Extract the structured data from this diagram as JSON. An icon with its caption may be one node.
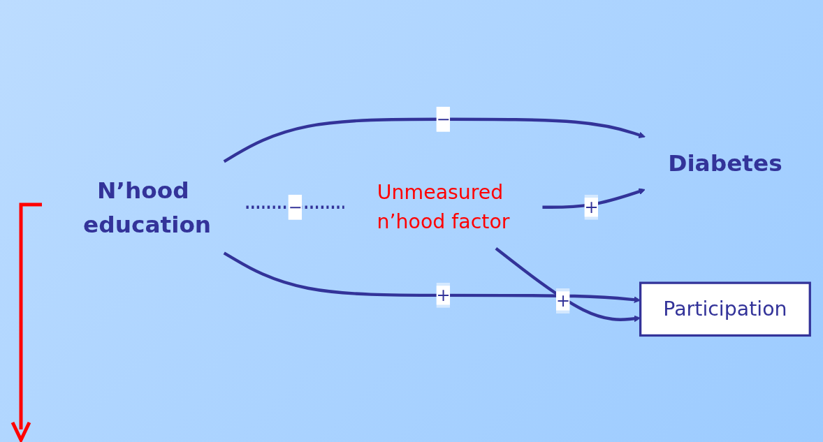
{
  "diagram": {
    "nodes": [
      {
        "text": [
          "N’hood education"
        ]
      },
      {
        "text": [
          "Participation"
        ]
      },
      {
        "text": [
          "Diabetes"
        ]
      },
      {
        "text": [
          "Unmeasured n’hood factor"
        ]
      }
    ],
    "edges": [
      {
        "from": 0,
        "to": 2,
        "arrow": "to",
        "label": "−"
      },
      {
        "from": 0,
        "to": 1,
        "arrow": "to",
        "label": "+"
      },
      {
        "from": 3,
        "to": 1,
        "arrow": "to",
        "label": "+"
      },
      {
        "from": 3,
        "to": 2,
        "arrow": "to",
        "label": "+"
      },
      {
        "from": 0,
        "to": 3,
        "arrow": "none",
        "label": "−",
        "style": "dashed"
      }
    ]
  }
}
